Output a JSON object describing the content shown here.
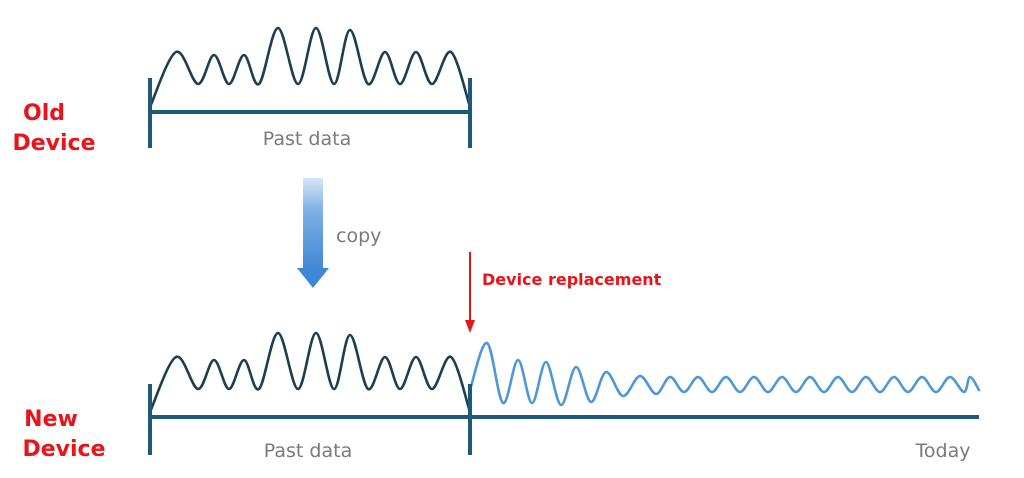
{
  "old_device": {
    "label_line1": "Old",
    "label_line2": "Device",
    "axis_label": "Past data"
  },
  "copy_label": "copy",
  "replacement_label": "Device replacement",
  "new_device": {
    "label_line1": "New",
    "label_line2": "Device",
    "axis_label": "Past data",
    "today_label": "Today"
  },
  "colors": {
    "device_label": "#e8141b",
    "past_wave": "#1d3e4f",
    "new_wave": "#4f97d6",
    "axis": "#1e5a78",
    "copy_arrow": "#4a8fd8",
    "replacement_arrow": "#e8141b",
    "muted_text": "#7a7a7a"
  }
}
